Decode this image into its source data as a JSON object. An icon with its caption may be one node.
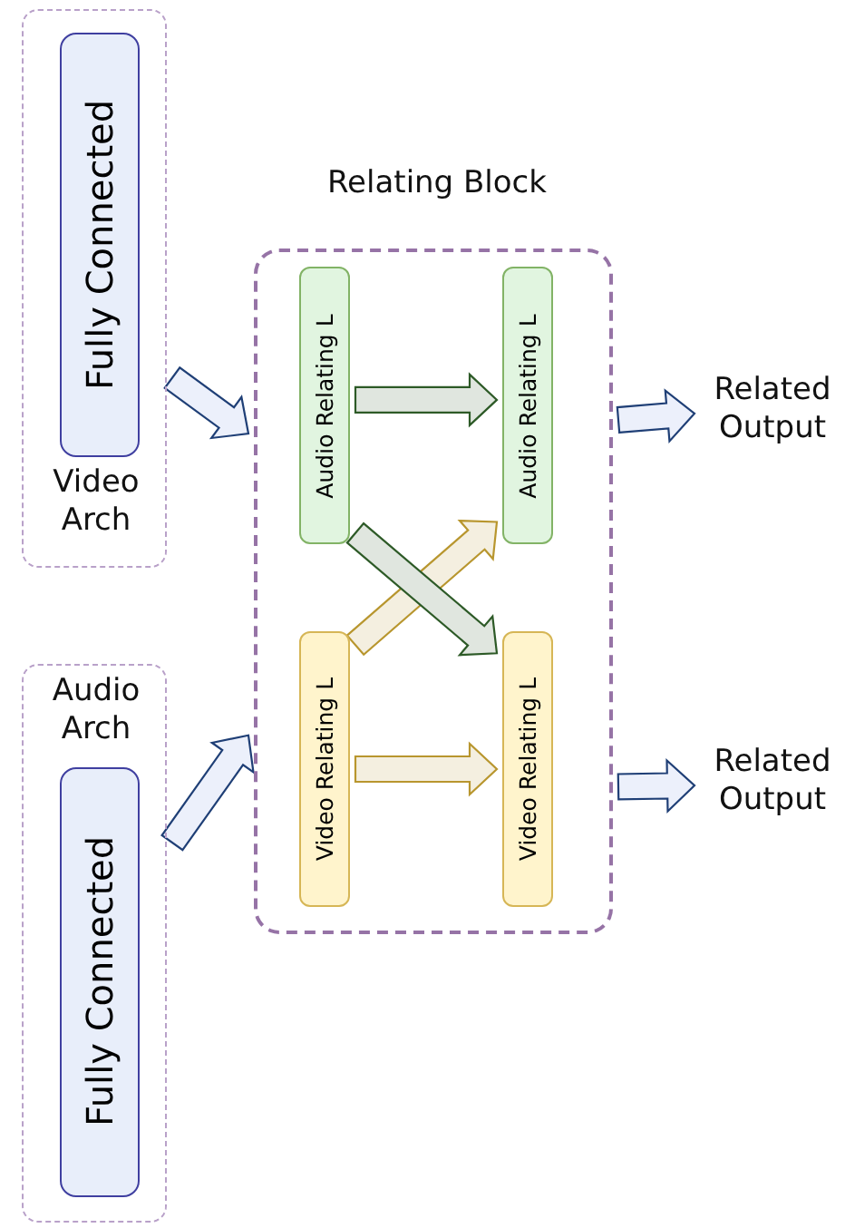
{
  "diagram": {
    "nodes": [
      {
        "text": [
          "Video Arch"
        ]
      },
      {
        "text": [
          "Fully Connected"
        ],
        "in": 0
      },
      {
        "text": [
          "Audio Arch"
        ]
      },
      {
        "text": [
          "Fully Connected"
        ],
        "in": 2
      },
      {
        "text": [
          "Relating Block"
        ]
      },
      {
        "text": [
          "Audio Relating L"
        ],
        "in": 4
      },
      {
        "text": [
          "Audio Relating L"
        ],
        "in": 4
      },
      {
        "text": [
          "Video Relating L"
        ],
        "in": 4
      },
      {
        "text": [
          "Video Relating L"
        ],
        "in": 4
      },
      {
        "text": [
          "Related Output"
        ]
      },
      {
        "text": [
          "Related Output"
        ]
      }
    ],
    "edges": [
      {
        "from": 0,
        "to": 4,
        "arrow": "to"
      },
      {
        "from": 2,
        "to": 4,
        "arrow": "to"
      },
      {
        "from": 5,
        "to": 6,
        "arrow": "to",
        "color": "#2d5a27"
      },
      {
        "from": 7,
        "to": 6,
        "arrow": "to",
        "color": "#b8962e"
      },
      {
        "from": 5,
        "to": 8,
        "arrow": "to",
        "color": "#2d5a27"
      },
      {
        "from": 7,
        "to": 8,
        "arrow": "to",
        "color": "#b8962e"
      },
      {
        "from": 4,
        "to": 9,
        "arrow": "to"
      },
      {
        "from": 4,
        "to": 10,
        "arrow": "to"
      }
    ]
  }
}
